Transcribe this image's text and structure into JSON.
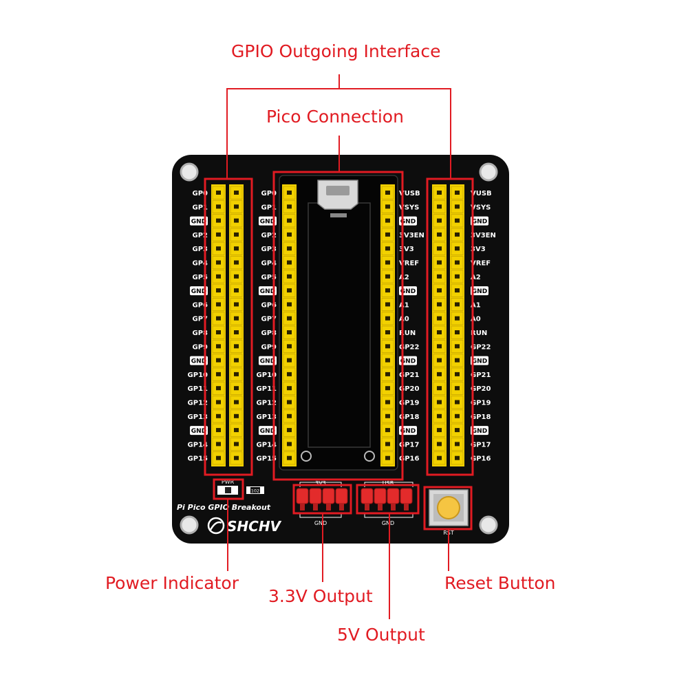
{
  "callouts": {
    "gpio_interface": "GPIO Outgoing Interface",
    "pico_connection": "Pico Connection",
    "power_indicator": "Power Indicator",
    "v33_output": "3.3V Output",
    "v5_output": "5V Output",
    "reset_button": "Reset Button"
  },
  "board": {
    "title": "Pi Pico GPIO Breakout",
    "brand": "SHCHV",
    "pwr_label": "PWR",
    "resistor_code": "102",
    "pin3v3_label": "3V3",
    "usb_label": "USB",
    "gnd_label": "GND",
    "rst_label": "RST"
  },
  "pins": {
    "left": [
      "GP0",
      "GP1",
      "GND",
      "GP2",
      "GP3",
      "GP4",
      "GP5",
      "GND",
      "GP6",
      "GP7",
      "GP8",
      "GP9",
      "GND",
      "GP10",
      "GP11",
      "GP12",
      "GP13",
      "GND",
      "GP14",
      "GP15"
    ],
    "right": [
      "VUSB",
      "VSYS",
      "GND",
      "3V3EN",
      "3V3",
      "VREF",
      "A2",
      "GND",
      "A1",
      "A0",
      "RUN",
      "GP22",
      "GND",
      "GP21",
      "GP20",
      "GP19",
      "GP18",
      "GND",
      "GP17",
      "GP16"
    ]
  },
  "colors": {
    "callout_red": "#e11b22",
    "board_black": "#0d0d0d",
    "header_yellow": "#f2d100",
    "pin_red": "#e32b2b",
    "button_yellow": "#f5c542"
  }
}
